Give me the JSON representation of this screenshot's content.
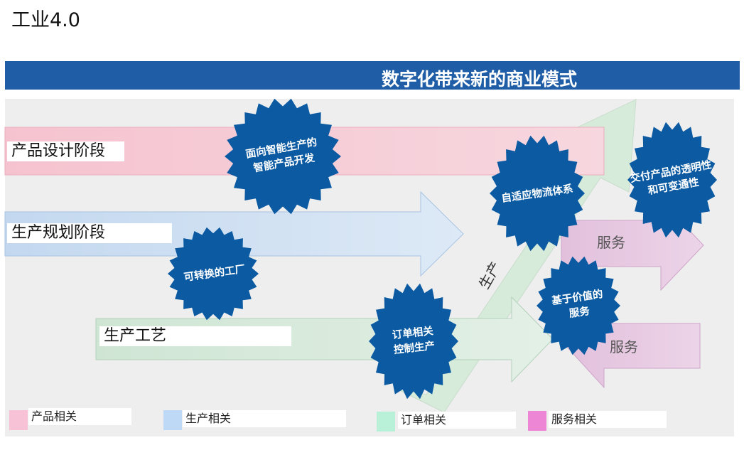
{
  "page": {
    "title": "工业4.0"
  },
  "banner": {
    "title": "数字化带来新的商业模式"
  },
  "stages": [
    {
      "label": "产品设计阶段"
    },
    {
      "label": "生产规划阶段"
    },
    {
      "label": "生产工艺"
    }
  ],
  "diagonal_arrow": {
    "label": "生产"
  },
  "service_arrows": [
    {
      "label": "服务"
    },
    {
      "label": "服务"
    }
  ],
  "badges": [
    {
      "line1": "面向智能生产的",
      "line2": "智能产品开发"
    },
    {
      "line1": "可转换的工厂",
      "line2": ""
    },
    {
      "line1": "订单相关",
      "line2": "控制生产"
    },
    {
      "line1": "自适应物流体系",
      "line2": ""
    },
    {
      "line1": "基于价值的",
      "line2": "服务"
    },
    {
      "line1": "交付产品的透明性",
      "line2": "和可变通性"
    }
  ],
  "legend": [
    {
      "label": "产品相关",
      "color": "#f7c2d6"
    },
    {
      "label": "生产相关",
      "color": "#bdd9f5"
    },
    {
      "label": "订单相关",
      "color": "#b8f0d8"
    },
    {
      "label": "服务相关",
      "color": "#ee86d6"
    }
  ],
  "colors": {
    "banner": "#1f5ea6",
    "badge": "#0b5aa2",
    "product_arrow": "#f4c3cf",
    "production_arrow": "#c6daf0",
    "process_arrow": "#d2e8d6",
    "service_arrow": "#e6c4e0"
  }
}
